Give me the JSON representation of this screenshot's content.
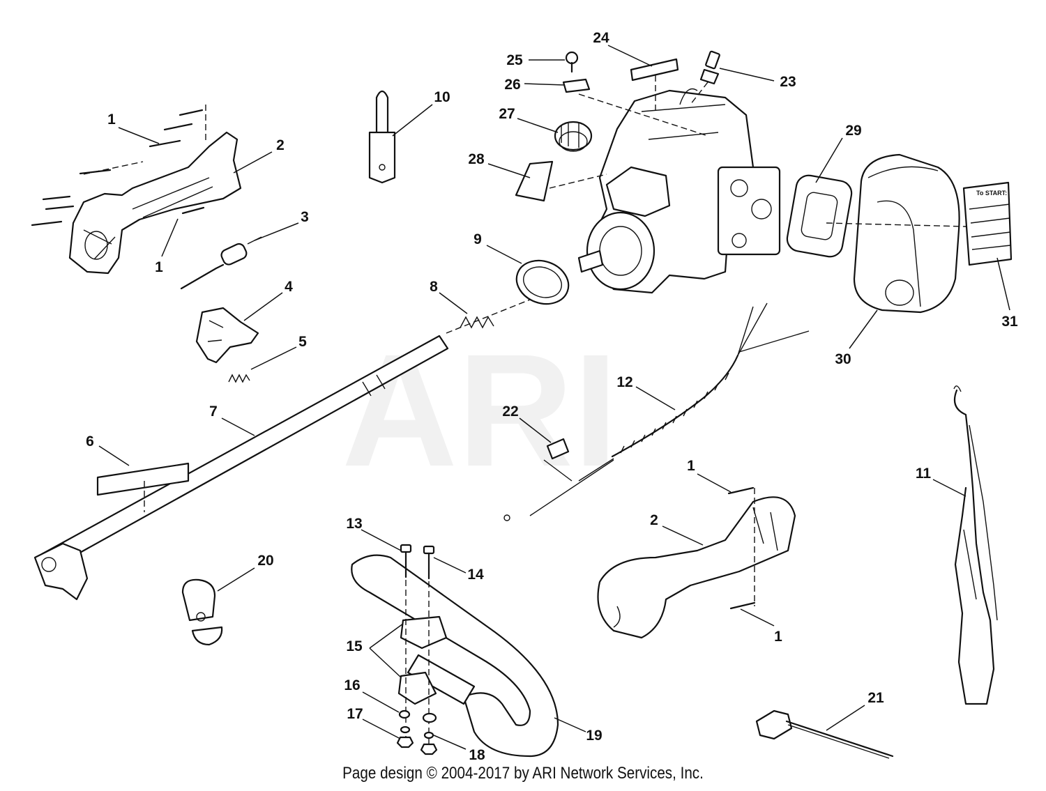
{
  "watermark": "ARI",
  "footer": "Page design © 2004-2017 by ARI Network Services, Inc.",
  "decal_heading": "To START:",
  "callouts": [
    {
      "key": "c1a",
      "label": "1"
    },
    {
      "key": "c2a",
      "label": "2"
    },
    {
      "key": "c1b",
      "label": "1"
    },
    {
      "key": "c3",
      "label": "3"
    },
    {
      "key": "c4",
      "label": "4"
    },
    {
      "key": "c5",
      "label": "5"
    },
    {
      "key": "c6",
      "label": "6"
    },
    {
      "key": "c7",
      "label": "7"
    },
    {
      "key": "c8",
      "label": "8"
    },
    {
      "key": "c9",
      "label": "9"
    },
    {
      "key": "c10",
      "label": "10"
    },
    {
      "key": "c11",
      "label": "11"
    },
    {
      "key": "c12",
      "label": "12"
    },
    {
      "key": "c13",
      "label": "13"
    },
    {
      "key": "c14",
      "label": "14"
    },
    {
      "key": "c15",
      "label": "15"
    },
    {
      "key": "c16",
      "label": "16"
    },
    {
      "key": "c17",
      "label": "17"
    },
    {
      "key": "c18",
      "label": "18"
    },
    {
      "key": "c19",
      "label": "19"
    },
    {
      "key": "c20",
      "label": "20"
    },
    {
      "key": "c21",
      "label": "21"
    },
    {
      "key": "c22",
      "label": "22"
    },
    {
      "key": "c23",
      "label": "23"
    },
    {
      "key": "c24",
      "label": "24"
    },
    {
      "key": "c25",
      "label": "25"
    },
    {
      "key": "c26",
      "label": "26"
    },
    {
      "key": "c27",
      "label": "27"
    },
    {
      "key": "c28",
      "label": "28"
    },
    {
      "key": "c29",
      "label": "29"
    },
    {
      "key": "c30",
      "label": "30"
    },
    {
      "key": "c31",
      "label": "31"
    },
    {
      "key": "c1c",
      "label": "1"
    },
    {
      "key": "c2b",
      "label": "2"
    },
    {
      "key": "c1d",
      "label": "1"
    }
  ]
}
